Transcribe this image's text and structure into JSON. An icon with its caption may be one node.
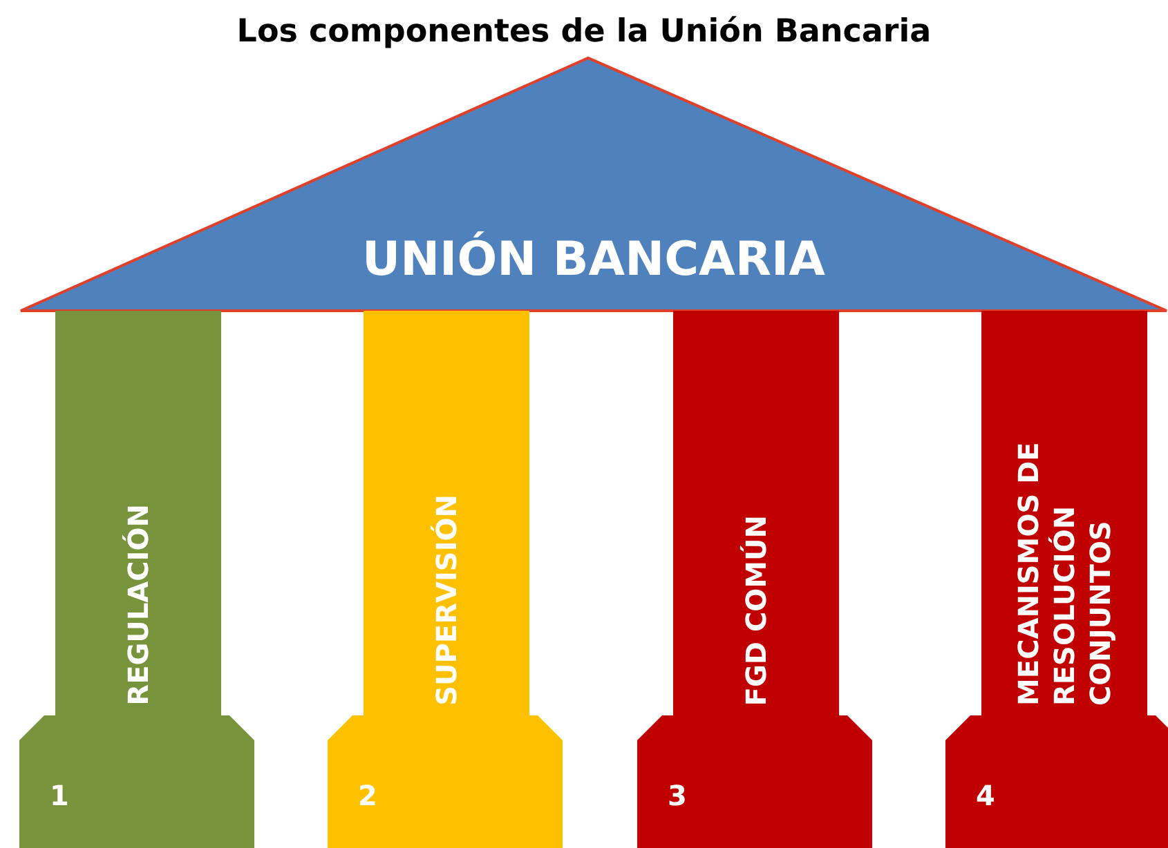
{
  "diagram": {
    "title": "Los componentes de la Unión Bancaria",
    "nodes": [
      {
        "text": [
          "UNIÓN BANCARIA"
        ]
      },
      {
        "text": [
          "REGULACIÓN"
        ]
      },
      {
        "text": [
          "SUPERVISIÓN"
        ]
      },
      {
        "text": [
          "FGD COMÚN"
        ]
      },
      {
        "text": [
          "MECANISMOS DE RESOLUCIÓN CONJUNTOS"
        ]
      },
      {
        "text": [
          "1"
        ]
      },
      {
        "text": [
          "2"
        ]
      },
      {
        "text": [
          "3"
        ]
      },
      {
        "text": [
          "4"
        ]
      }
    ],
    "edges": []
  }
}
